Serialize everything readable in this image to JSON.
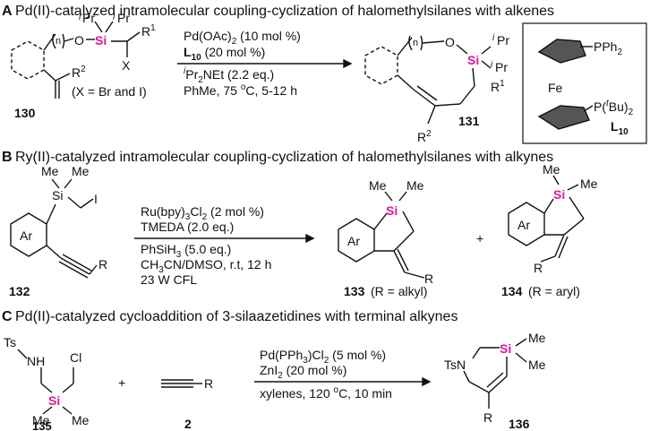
{
  "section_a": {
    "letter": "A",
    "title": "Pd(II)-catalyzed intramolecular coupling-cyclization of halomethylsilanes with alkenes",
    "reactant": {
      "number": "130",
      "note": "(X = Br and I)",
      "si": "Si",
      "o": "O",
      "x": "X",
      "ipr": "Pr",
      "i": "i",
      "r1": "R",
      "r1_sup": "1",
      "r2": "R",
      "r2_sup": "2",
      "n": "n"
    },
    "conditions": [
      "Pd(OAc)",
      "(10 mol %)",
      "(20 mol %)",
      "Pr",
      "NEt (2.2 eq.)",
      "PhMe, 75 ",
      "C, 5-12 h"
    ],
    "ligand_bold": "L",
    "ligand_sub": "10",
    "product": {
      "number": "131"
    },
    "ligand_box": {
      "pph2": "PPh",
      "fe": "Fe",
      "ptbu": "P(",
      "tbu": "Bu)",
      "t": "t",
      "label": "L",
      "label_sub": "10"
    }
  },
  "section_b": {
    "letter": "B",
    "title": "Ry(II)-catalyzed intramolecular coupling-cyclization of halomethylsilanes with alkynes",
    "reactant": {
      "number": "132",
      "ar": "Ar",
      "me": "Me",
      "si": "Si",
      "i": "I",
      "r": "R"
    },
    "conditions": [
      "Ru(bpy)",
      "Cl",
      " (2 mol %)",
      "TMEDA (2.0 eq.)",
      "PhSiH",
      " (5.0 eq.)",
      "CH",
      "CN/DMSO, r.t, 12 h",
      "23 W CFL"
    ],
    "product1": {
      "number": "133",
      "note": "(R = alkyl)"
    },
    "product2": {
      "number": "134",
      "note": "(R = aryl)"
    },
    "plus": "+"
  },
  "section_c": {
    "letter": "C",
    "title": "Pd(II)-catalyzed cycloaddition of  3-silaazetidines with terminal alkynes",
    "reactant1": {
      "number": "135",
      "ts": "Ts",
      "nh": "NH",
      "cl": "Cl",
      "si": "Si",
      "me": "Me"
    },
    "reactant2": {
      "number": "2",
      "r": "R"
    },
    "conditions": [
      "Pd(PPh",
      ")",
      "Cl",
      " (5 mol %)",
      "ZnI",
      " (20 mol %)",
      "xylenes, 120 ",
      "C, 10 min"
    ],
    "product": {
      "number": "136",
      "tsn": "TsN",
      "si": "Si",
      "me": "Me",
      "r": "R"
    },
    "plus": "+"
  },
  "colors": {
    "silicon": "#e0189a",
    "ink": "#111111"
  }
}
